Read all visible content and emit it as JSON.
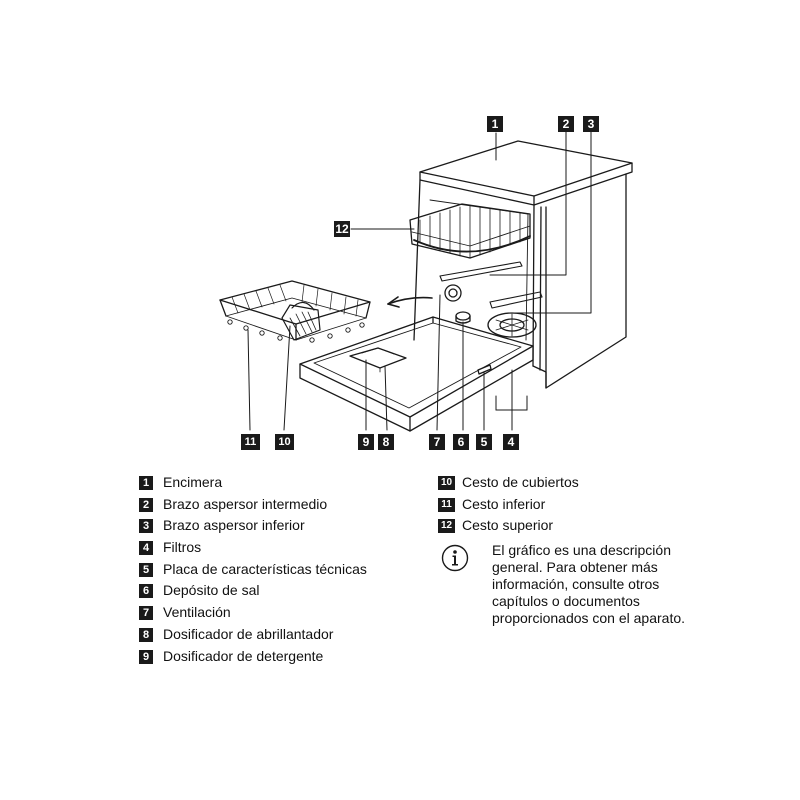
{
  "callouts": {
    "c1": "1",
    "c2": "2",
    "c3": "3",
    "c4": "4",
    "c5": "5",
    "c6": "6",
    "c7": "7",
    "c8": "8",
    "c9": "9",
    "c10": "10",
    "c11": "11",
    "c12": "12"
  },
  "legend_left": [
    {
      "num": "1",
      "label": "Encimera"
    },
    {
      "num": "2",
      "label": "Brazo aspersor intermedio"
    },
    {
      "num": "3",
      "label": "Brazo aspersor inferior"
    },
    {
      "num": "4",
      "label": "Filtros"
    },
    {
      "num": "5",
      "label": "Placa de características técnicas"
    },
    {
      "num": "6",
      "label": "Depósito de sal"
    },
    {
      "num": "7",
      "label": "Ventilación"
    },
    {
      "num": "8",
      "label": "Dosificador de abrillantador"
    },
    {
      "num": "9",
      "label": "Dosificador de detergente"
    }
  ],
  "legend_right": [
    {
      "num": "10",
      "label": "Cesto de cubiertos"
    },
    {
      "num": "11",
      "label": "Cesto inferior"
    },
    {
      "num": "12",
      "label": "Cesto superior"
    }
  ],
  "info_note": {
    "icon": "info-icon",
    "text": "El gráfico es una descripción general. Para obtener más información, consulte otros capítulos o documentos proporcionados con el aparato."
  }
}
